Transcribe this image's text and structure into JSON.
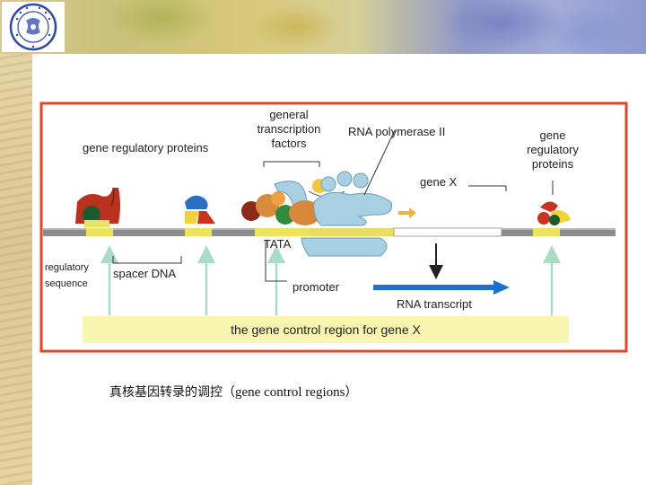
{
  "labels": {
    "general_tf": [
      "general",
      "transcription",
      "factors"
    ],
    "rna_pol": "RNA polymerase II",
    "gene_reg_left": "gene regulatory proteins",
    "gene_reg_right": [
      "gene",
      "regulatory",
      "proteins"
    ],
    "gene_x": "gene X",
    "tata": "TATA",
    "regulatory_sequence": [
      "regulatory",
      "sequence"
    ],
    "spacer_dna": "spacer DNA",
    "promoter": "promoter",
    "rna_transcript": "RNA transcript",
    "control_region": "the gene control region for gene X"
  },
  "caption": {
    "cjk": "真核基因转录的调控（",
    "latin": "gene control regions",
    "close": "）"
  },
  "colors": {
    "frame": "#e2452b",
    "control_bar": "#f7f5b0",
    "dna_gray": "#8c8c8c",
    "dna_yellow": "#ece35e",
    "polymerase": "#a9cfe2",
    "arrow_green": "#a9dcc6",
    "transcript": "#1f6fd0"
  }
}
